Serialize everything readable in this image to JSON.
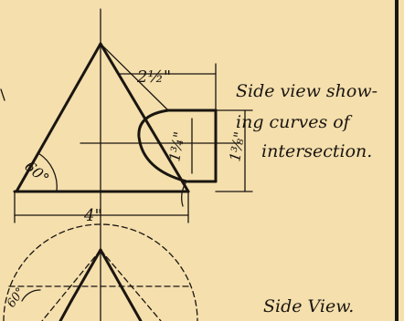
{
  "labels": {
    "dim_top": "2½\"",
    "dim_inner": "1¾\"",
    "dim_outer": "1⅜\"",
    "dim_base": "4\"",
    "angle_elevation": "60°",
    "angle_plan": "60°",
    "caption_side": [
      "Side view show-",
      "ing curves of",
      "intersection."
    ],
    "caption_plan": "Side View."
  }
}
